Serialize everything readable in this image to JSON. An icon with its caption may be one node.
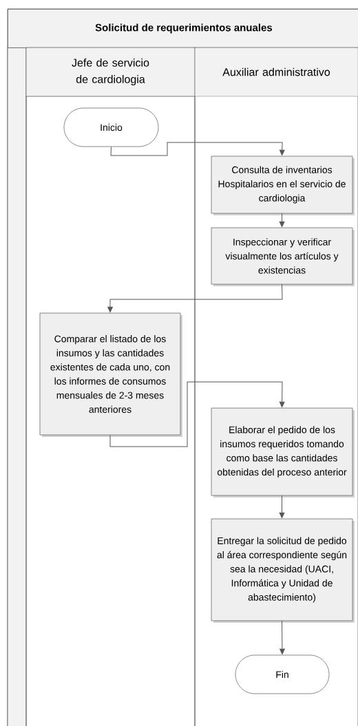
{
  "diagram": {
    "title": "Solicitud de requerimientos anuales",
    "nodes": [
      {
        "text": [
          "Jefe de servicio de cardiologia"
        ]
      },
      {
        "text": [
          "Auxiliar administrativo"
        ]
      },
      {
        "text": [
          "Inicio"
        ],
        "in": 0
      },
      {
        "text": [
          "Consulta de inventarios Hospitalarios en el servicio de cardiologia"
        ],
        "in": 1
      },
      {
        "text": [
          "Inspeccionar y verificar visualmente los artículos y existencias"
        ],
        "in": 1
      },
      {
        "text": [
          "Comparar el listado de los insumos y las cantidades existentes de cada uno, con los informes de consumos mensuales de 2-3 meses anteriores"
        ],
        "in": 0
      },
      {
        "text": [
          "Elaborar el pedido de los insumos requeridos tomando como base las cantidades obtenidas del proceso anterior"
        ],
        "in": 1
      },
      {
        "text": [
          "Entregar la solicitud de pedido al área correspondiente según sea la necesidad (UACI, Informática y Unidad de abastecimiento)"
        ],
        "in": 1
      },
      {
        "text": [
          "Fin"
        ],
        "in": 1
      }
    ],
    "edges": [
      {
        "from": 2,
        "to": 3,
        "arrow": "to"
      },
      {
        "from": 3,
        "to": 4,
        "arrow": "to"
      },
      {
        "from": 4,
        "to": 5,
        "arrow": "to"
      },
      {
        "from": 5,
        "to": 6,
        "arrow": "to"
      },
      {
        "from": 6,
        "to": 7,
        "arrow": "to"
      },
      {
        "from": 7,
        "to": 8,
        "arrow": "to"
      }
    ]
  }
}
